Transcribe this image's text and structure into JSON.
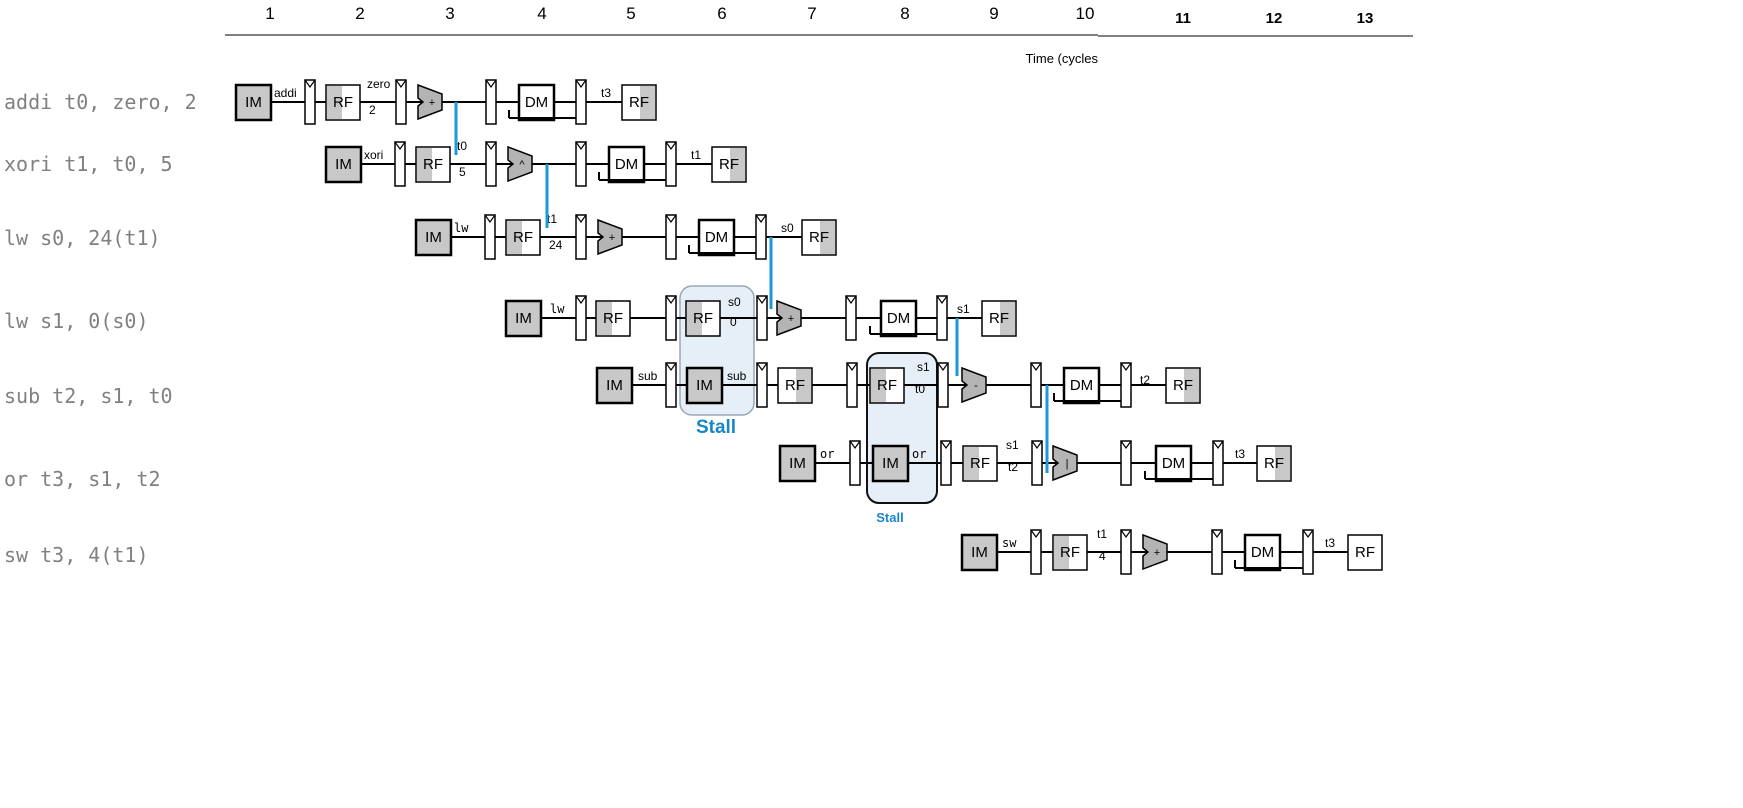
{
  "header": {
    "cycles": [
      "1",
      "2",
      "3",
      "4",
      "5",
      "6",
      "7",
      "8",
      "9",
      "10",
      "11",
      "12",
      "13"
    ],
    "time_label": "Time (cycles"
  },
  "instructions": [
    "addi t0, zero, 2",
    "xori t1, t0, 5",
    "lw s0, 24(t1)",
    "lw s1, 0(s0)",
    "sub t2, s1, t0",
    "or t3, s1, t2",
    "sw t3, 4(t1)"
  ],
  "units": {
    "im": "IM",
    "rf": "RF",
    "dm": "DM"
  },
  "pipeline": [
    {
      "id": "addi",
      "stages": [
        "IM",
        "RF",
        "ALU",
        "DM",
        "RF"
      ],
      "decode": "addi",
      "ops": [
        "zero",
        "2"
      ],
      "alu": "+",
      "wb": "t3"
    },
    {
      "id": "xori",
      "stages": [
        "IM",
        "RF",
        "ALU",
        "DM",
        "RF"
      ],
      "decode": "xori",
      "ops": [
        "t0",
        "5"
      ],
      "alu": "^",
      "wb": "t1"
    },
    {
      "id": "lw1",
      "stages": [
        "IM",
        "RF",
        "ALU",
        "DM",
        "RF"
      ],
      "decode": "lw",
      "ops": [
        "t1",
        "24"
      ],
      "alu": "+",
      "wb": "s0"
    },
    {
      "id": "lw2",
      "stages": [
        "IM",
        "RF",
        "RF",
        "ALU",
        "DM",
        "RF"
      ],
      "decode": "lw",
      "ops": [
        "s0",
        "0"
      ],
      "alu": "+",
      "wb": "s1"
    },
    {
      "id": "sub",
      "stages": [
        "IM",
        "IM",
        "RF",
        "RF",
        "ALU",
        "DM",
        "RF"
      ],
      "decode": "sub",
      "ops": [
        "s1",
        "t0"
      ],
      "alu": "-",
      "wb": "t2"
    },
    {
      "id": "or",
      "stages": [
        "IM",
        "IM",
        "RF",
        "ALU",
        "DM",
        "RF"
      ],
      "decode": "or",
      "ops": [
        "s1",
        "t2"
      ],
      "alu": "|",
      "wb": "t3"
    },
    {
      "id": "sw",
      "stages": [
        "IM",
        "RF",
        "ALU",
        "DM",
        "RF"
      ],
      "decode": "sw",
      "ops": [
        "t1",
        "4"
      ],
      "alu": "+",
      "wb": "t3"
    }
  ],
  "stalls": [
    "Stall",
    "Stall"
  ],
  "colors": {
    "forward": "#1a9ad6",
    "stall_label": "#1a86c8",
    "stall_fill": "#e6eef8",
    "shade": "#c8c8c8"
  }
}
